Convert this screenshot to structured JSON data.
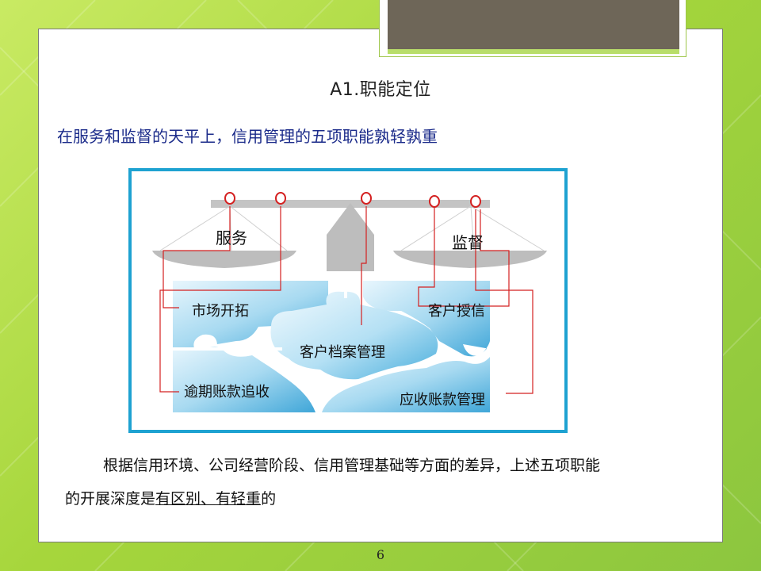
{
  "slide": {
    "title": "A1.职能定位",
    "subtitle": "在服务和监督的天平上，信用管理的五项职能孰轻孰重",
    "page_number": "6"
  },
  "diagram": {
    "scale_left_label": "服务",
    "scale_right_label": "监督",
    "pieces": {
      "top_left": "市场开拓",
      "top_right": "客户授信",
      "center": "客户档案管理",
      "bottom_left": "逾期账款追收",
      "bottom_right": "应收账款管理"
    },
    "colors": {
      "frame": "#1ea2d1",
      "connector": "#d42020",
      "scale": "#bcbcbc",
      "puzzle": "#7fc6e6"
    }
  },
  "body": {
    "line1": "根据信用环境、公司经营阶段、信用管理基础等方面的差异，上述五项职能",
    "line2_prefix": "的开展深度是",
    "line2_u1": "有区别",
    "line2_sep": "、",
    "line2_u2": "有轻重",
    "line2_suffix": "的"
  },
  "theme": {
    "background": "#a6d63c",
    "subtitle_color": "#1b2b8a"
  }
}
